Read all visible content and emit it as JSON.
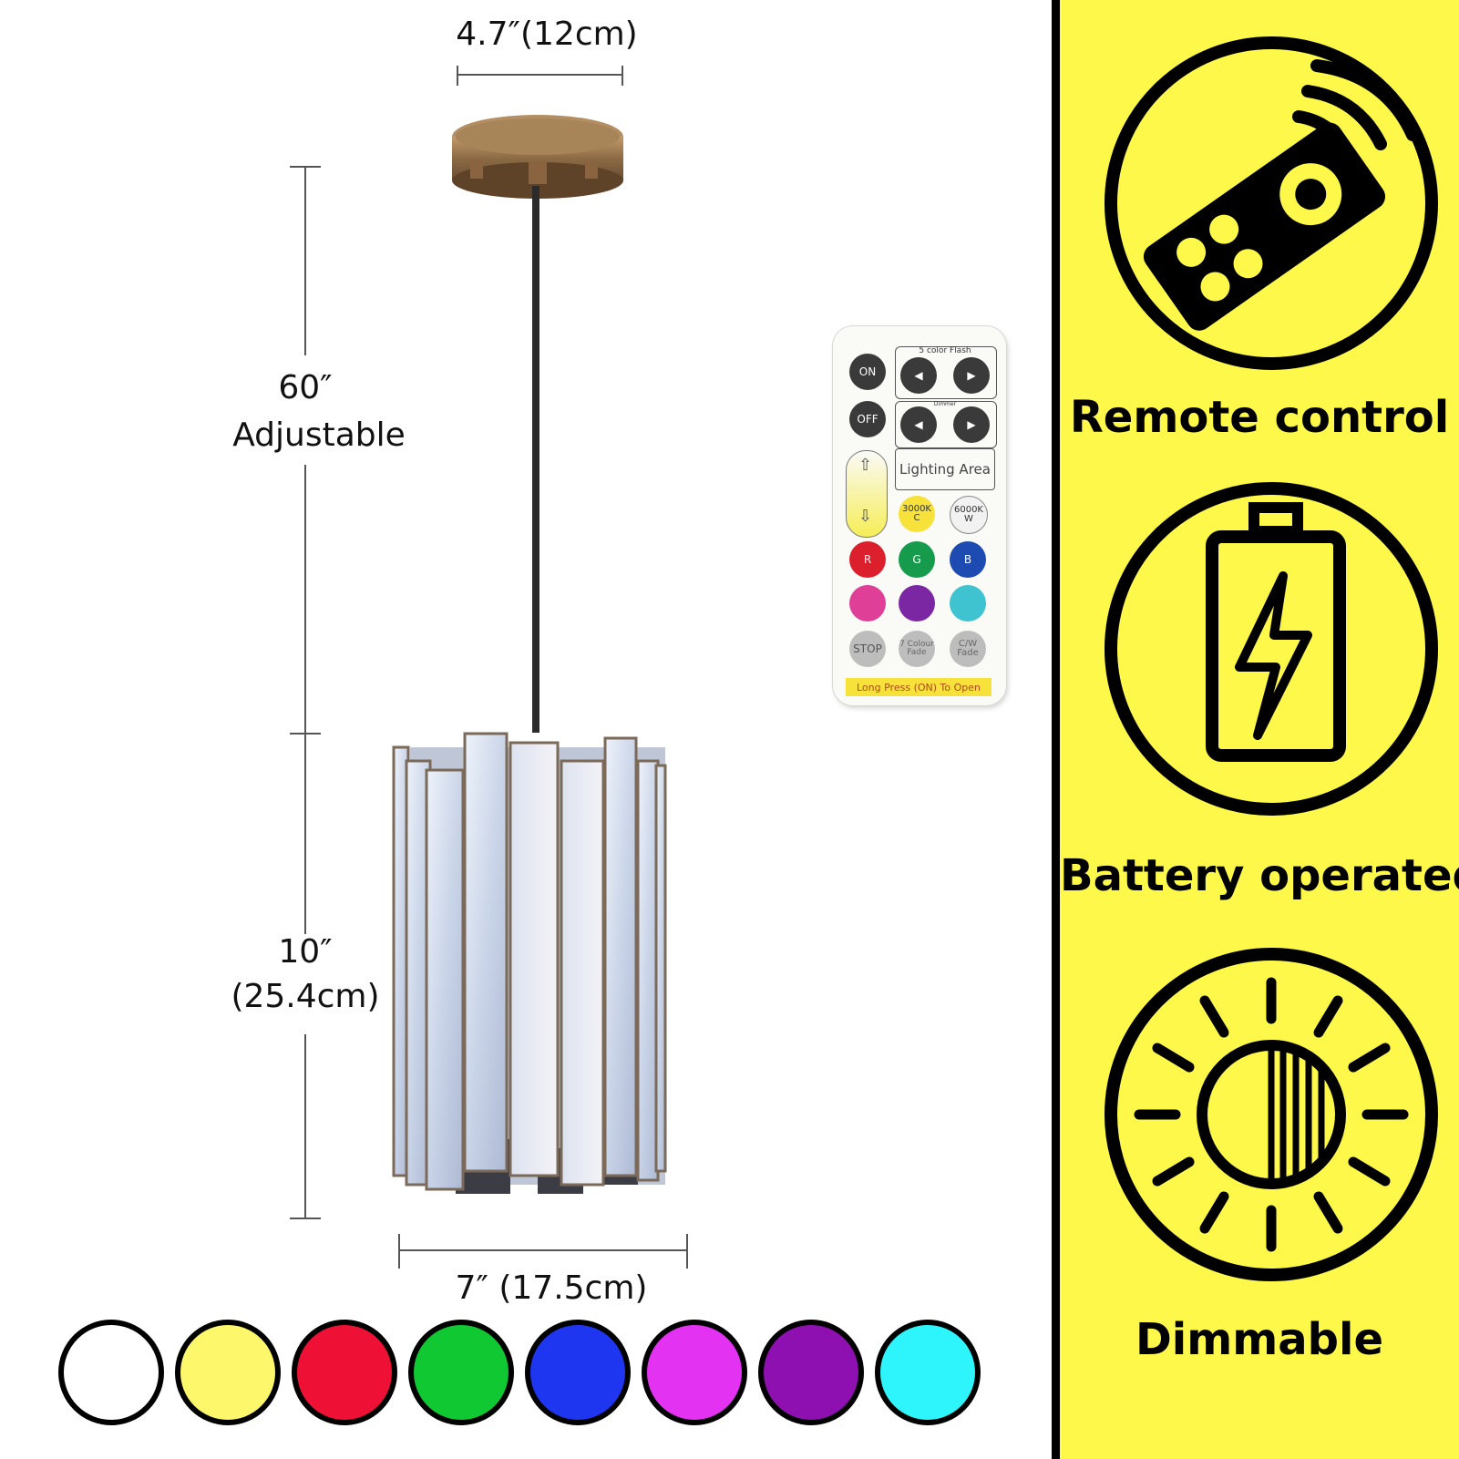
{
  "dimensions": {
    "top_width": "4.7″(12cm)",
    "cord_length_value": "60″",
    "cord_length_note": "Adjustable",
    "height_value": "10″",
    "height_metric": "(25.4cm)",
    "bottom_width": "7″ (17.5cm)"
  },
  "remote": {
    "on_label": "ON",
    "off_label": "OFF",
    "flash_title": "5 color Flash",
    "dimmer_title": "Dimmer",
    "lighting_area": "Lighting Area",
    "warm_label": "3000K\nC",
    "cool_label": "6000K\nW",
    "r_label": "R",
    "g_label": "G",
    "b_label": "B",
    "stop_label": "STOP",
    "seven_colour_label": "7 Colour\nFade",
    "cw_fade_label": "C/W\nFade",
    "long_press_note": "Long Press (ON) To Open"
  },
  "features": [
    {
      "label": "Remote control",
      "icon": "remote-control-icon"
    },
    {
      "label": "Battery operated",
      "icon": "battery-icon"
    },
    {
      "label": "Dimmable",
      "icon": "sun-dimmable-icon"
    }
  ],
  "color_swatches": [
    "#ffffff",
    "#fdf86b",
    "#ee1035",
    "#10c832",
    "#1f36f0",
    "#e432f2",
    "#8f10b0",
    "#2ef5fb"
  ],
  "colors": {
    "panel_yellow": "#fdf84a",
    "canopy_bronze": "#9a7a55",
    "glass_blue": "#d9e2f1"
  }
}
